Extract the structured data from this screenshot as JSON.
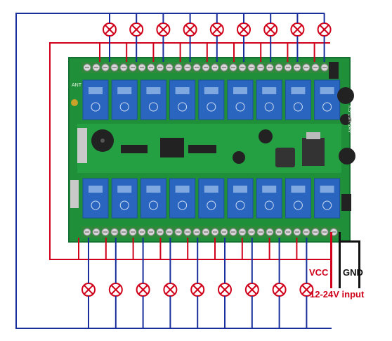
{
  "labels": {
    "vcc": "VCC",
    "gnd": "GND",
    "input": "12-24V input",
    "board_model": "KS-16R-24V",
    "antenna": "ANT"
  },
  "colors": {
    "board": "#1f8f3a",
    "board_dark": "#167230",
    "relay": "#2a66c0",
    "relay_dark": "#1d4f9a",
    "terminal": "#2f8a3c",
    "screw": "#d8d8d8",
    "wire_red": "#d0021b",
    "wire_blue": "#1a2f9c",
    "wire_black": "#111111",
    "lamp": "#d0021b",
    "vcc_text": "#d0021b",
    "gnd_text": "#111111"
  },
  "diagram": {
    "top_relays": 9,
    "bottom_relays": 9,
    "top_lamps": 9,
    "bottom_lamps": 9
  }
}
